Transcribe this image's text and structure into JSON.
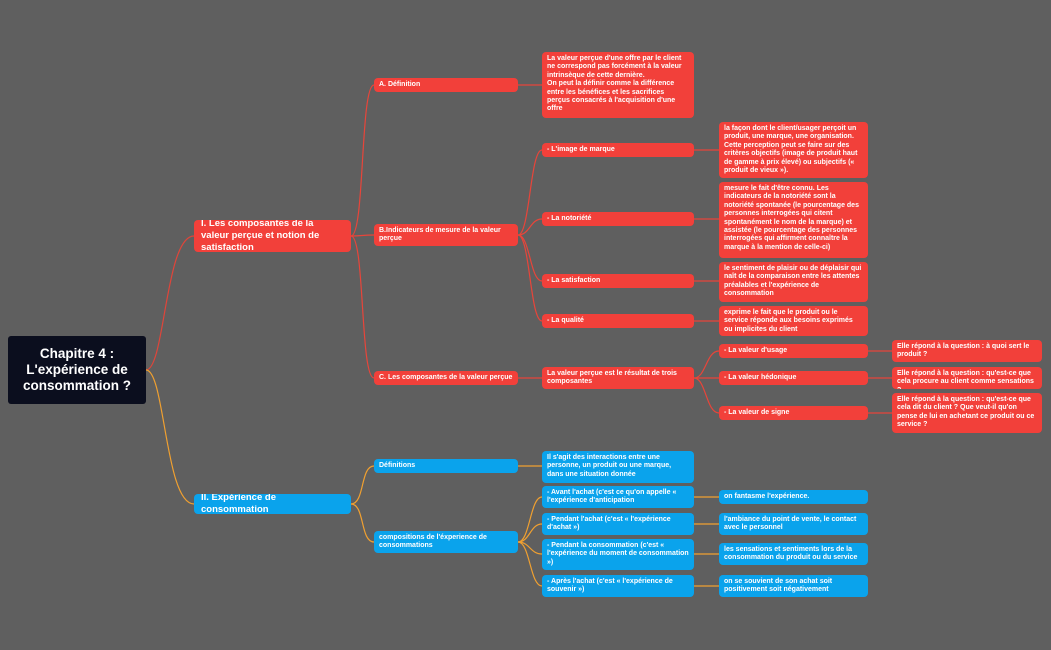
{
  "root": {
    "title": "Chapitre 4 : L'expérience de consommation ?"
  },
  "part1": {
    "title": "I. Les composantes de la valeur perçue et notion de satisfaction",
    "a": {
      "title": "A. Définition",
      "text": "La valeur perçue d'une offre par le client ne correspond pas forcément à la valeur intrinsèque de cette dernière.\nOn peut la définir comme la différence entre les bénéfices et les sacrifices perçus consacrés à l'acquisition d'une offre"
    },
    "b": {
      "title": "B.Indicateurs de mesure de la valeur perçue",
      "items": [
        {
          "label": "- L'image de marque",
          "text": "la façon dont le client/usager perçoit un produit, une marque, une organisation. Cette perception peut se faire sur des critères objectifs (image de produit haut de gamme à prix élevé) ou subjectifs (« produit de vieux »)."
        },
        {
          "label": "- La notoriété",
          "text": "mesure le fait d'être connu. Les indicateurs de la notoriété sont la notoriété spontanée (le pourcentage des personnes interrogées qui citent spontanément le nom de la marque) et assistée (le pourcentage des personnes interrogées qui affirment connaître la marque à la mention de celle-ci)"
        },
        {
          "label": "- La satisfaction",
          "text": "le sentiment de plaisir ou de déplaisir qui naît de la comparaison entre les attentes préalables et l'expérience de consommation"
        },
        {
          "label": "- La qualité",
          "text": "exprime le fait que le produit ou le service réponde aux besoins exprimés ou implicites du client"
        }
      ]
    },
    "c": {
      "title": "C. Les composantes de la valeur perçue",
      "text": "La valeur perçue est le résultat de trois composantes",
      "items": [
        {
          "label": "- La valeur d'usage",
          "text": "Elle répond à la question : à quoi sert le produit ?"
        },
        {
          "label": "- La valeur hédonique",
          "text": "Elle répond à la question : qu'est-ce que cela procure au client comme sensations ?"
        },
        {
          "label": "- La valeur de signe",
          "text": "Elle répond à la question : qu'est-ce que cela dit du client ? Que veut-il qu'on pense de lui en achetant ce produit ou ce service ?"
        }
      ]
    }
  },
  "part2": {
    "title": "II. Expérience de consommation",
    "definitions": {
      "title": "Définitions",
      "text": "Il s'agit des interactions entre une personne, un produit ou une marque, dans une situation donnée"
    },
    "compositions": {
      "title": "compositions de l'éxperience de consommations",
      "items": [
        {
          "label": "- Avant l'achat (c'est ce qu'on appelle « l'expérience d'anticipation",
          "text": "on fantasme l'expérience."
        },
        {
          "label": "- Pendant l'achat (c'est « l'expérience d'achat »)",
          "text": "l'ambiance du point de vente, le contact avec le personnel"
        },
        {
          "label": "- Pendant la consommation (c'est « l'expérience du moment de consommation »)",
          "text": "les sensations et sentiments lors de la consommation du produit ou du service"
        },
        {
          "label": "- Après l'achat (c'est « l'expérience de souvenir »)",
          "text": "on se souvient de son achat soit positivement soit négativement"
        }
      ]
    }
  },
  "colors": {
    "background": "#5f5f5f",
    "red": "#f2403a",
    "blue": "#0aa3ec",
    "root": "#0b0e1e",
    "red_link": "#e8453a",
    "blue_link": "#f0a030"
  }
}
